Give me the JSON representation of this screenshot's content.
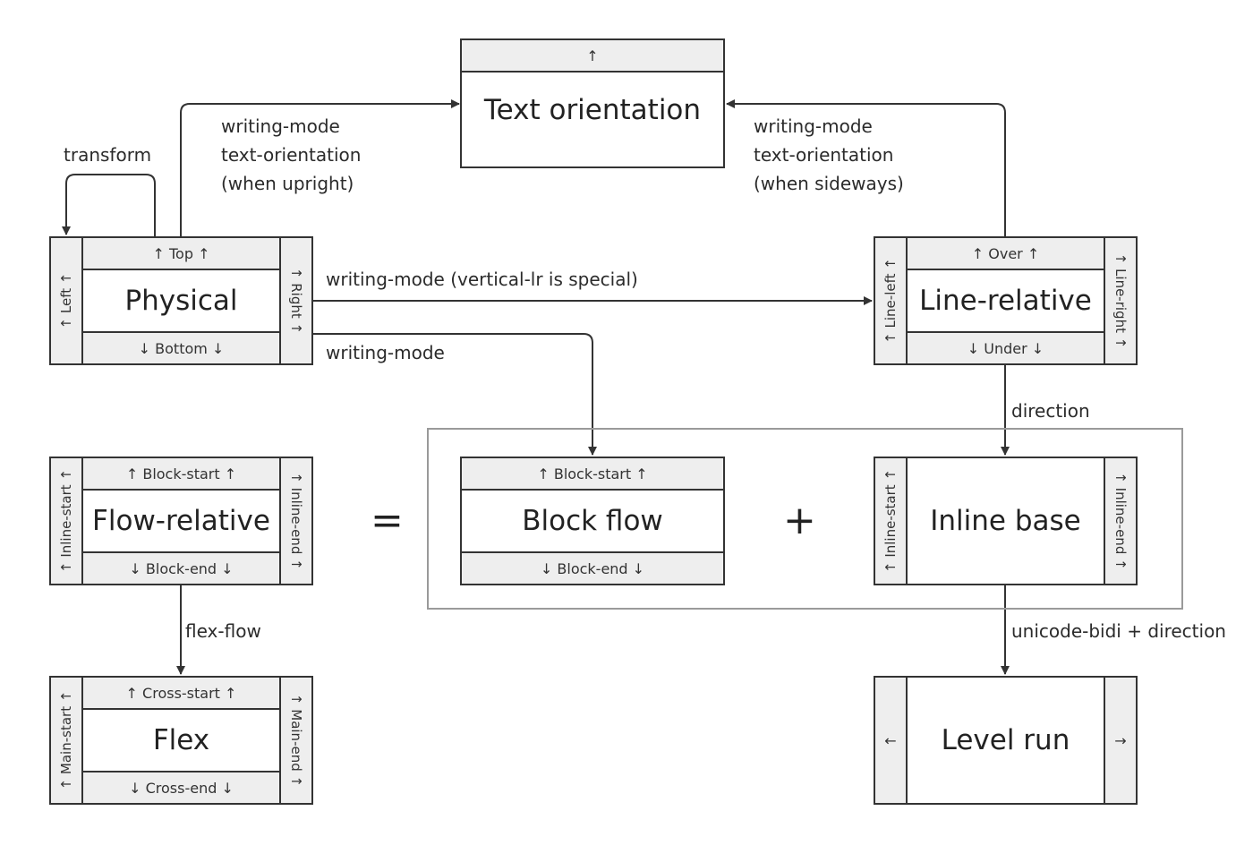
{
  "nodes": {
    "text_orientation": {
      "title": "Text orientation",
      "top": "↑"
    },
    "physical": {
      "title": "Physical",
      "top": "↑ Top ↑",
      "bottom": "↓ Bottom ↓",
      "left": "↑ Left ↑",
      "right": "↑ Right ↑"
    },
    "line_relative": {
      "title": "Line-relative",
      "top": "↑ Over ↑",
      "bottom": "↓ Under ↓",
      "left": "↑ Line-left ↑",
      "right": "↑ Line-right ↑"
    },
    "flow_relative": {
      "title": "Flow-relative",
      "top": "↑ Block-start ↑",
      "bottom": "↓ Block-end ↓",
      "left": "↑ Inline-start ↑",
      "right": "↑ Inline-end ↑"
    },
    "block_flow": {
      "title": "Block flow",
      "top": "↑ Block-start ↑",
      "bottom": "↓ Block-end ↓"
    },
    "inline_base": {
      "title": "Inline base",
      "left": "↑ Inline-start ↑",
      "right": "↑ Inline-end ↑"
    },
    "flex": {
      "title": "Flex",
      "top": "↑ Cross-start ↑",
      "bottom": "↓ Cross-end ↓",
      "left": "↑ Main-start ↑",
      "right": "↑ Main-end ↑"
    },
    "level_run": {
      "title": "Level run",
      "left": "←",
      "right": "→"
    }
  },
  "edges": {
    "transform": "transform",
    "upright": "writing-mode\ntext-orientation\n(when upright)",
    "sideways": "writing-mode\ntext-orientation\n(when sideways)",
    "vertical_lr": "writing-mode (vertical-lr is special)",
    "writing_mode": "writing-mode",
    "direction": "direction",
    "flex_flow": "flex-flow",
    "bidi": "unicode-bidi + direction"
  },
  "operators": {
    "equals": "=",
    "plus": "+"
  },
  "colors": {
    "line": "#333333",
    "segment_fill": "#eeeeee",
    "group_border": "#9a9a9a"
  }
}
